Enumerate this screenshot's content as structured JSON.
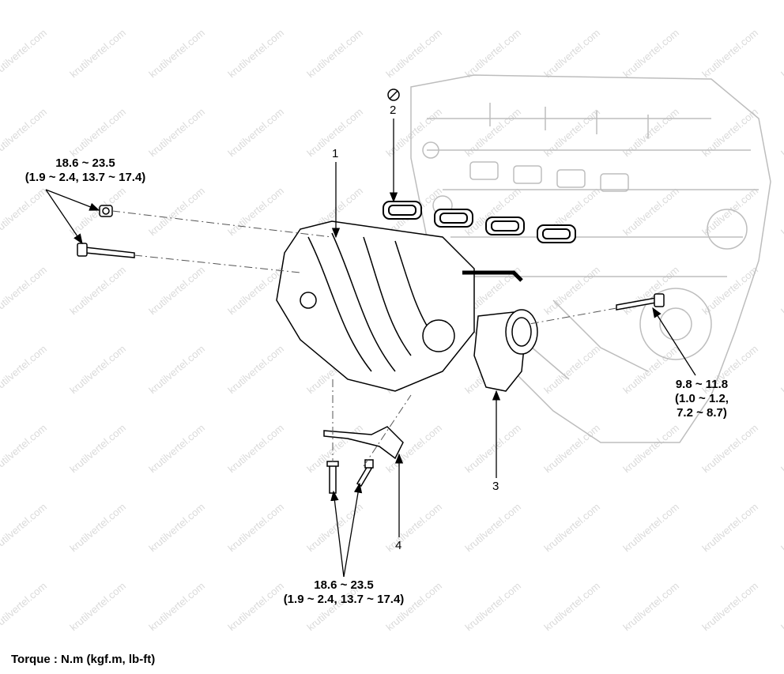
{
  "watermark": "krutilvertel.com",
  "callouts": {
    "part1": "1",
    "part2": "2",
    "part3": "3",
    "part4": "4"
  },
  "torques": {
    "manifold_nut_bolt": {
      "line1": "18.6 ~ 23.5",
      "line2": "(1.9 ~ 2.4, 13.7 ~ 17.4)"
    },
    "throttle_body_bolt": {
      "line1": "9.8 ~ 11.8",
      "line2": "(1.0 ~ 1.2,",
      "line3": "7.2 ~ 8.7)"
    },
    "bracket_bolts": {
      "line1": "18.6 ~ 23.5",
      "line2": "(1.9 ~ 2.4, 13.7 ~ 17.4)"
    }
  },
  "footer": {
    "torque_units": "Torque : N.m (kgf.m, lb-ft)"
  },
  "icons": {
    "do_not_reuse": "prohibited-circle-icon"
  }
}
